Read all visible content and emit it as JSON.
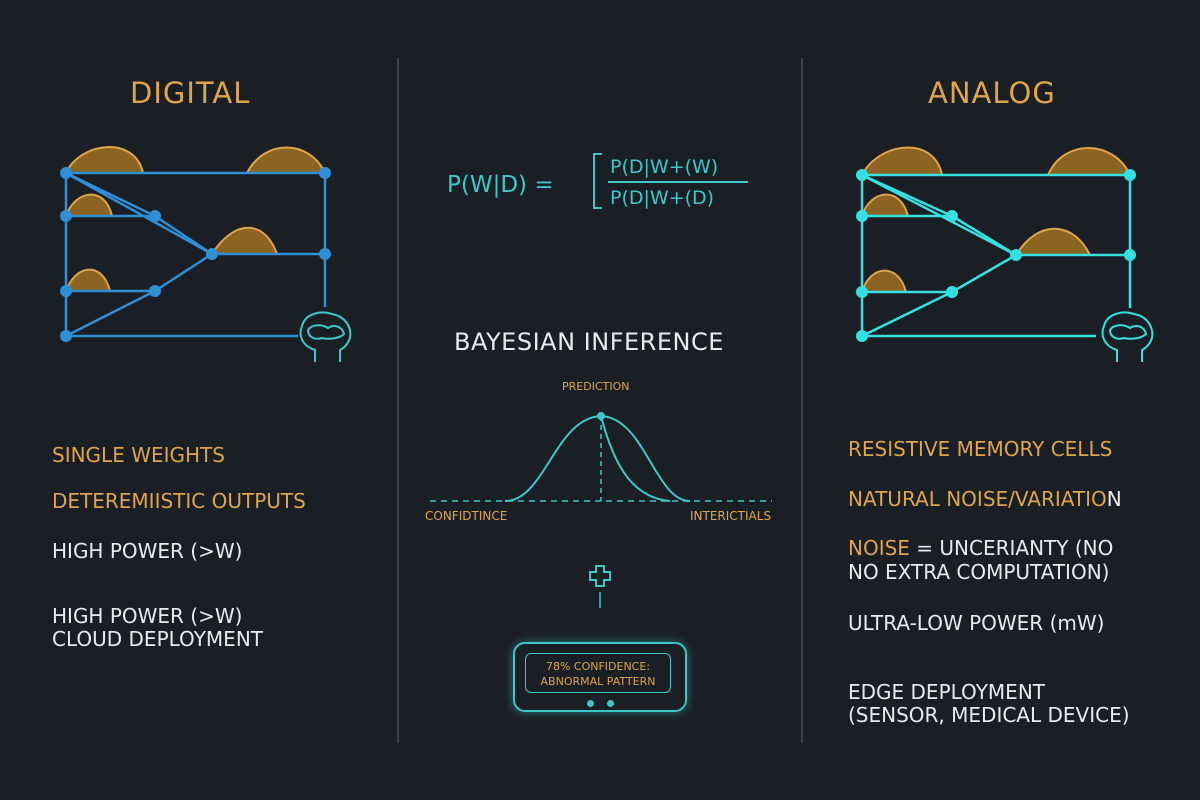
{
  "colors": {
    "background": "#1a1e25",
    "accent_gold": "#e0a44a",
    "digital_blue": "#2f8fd6",
    "analog_cyan": "#35e0e0",
    "text_white": "#e8eaee"
  },
  "digital": {
    "title": "DIGITAL",
    "features": [
      "SINGLE WEIGHTS",
      "DETEREMIISTIC OUTPUTS",
      "HIGH POWER (>W)",
      "HIGH POWER (>W)",
      "CLOUD DEPLOYMENT"
    ],
    "brain_icon": "brain-head-icon"
  },
  "center": {
    "formula_lhs": "P(W|D) =",
    "formula_num": "P(D|W+(W)",
    "formula_den": "P(D|W+(D)",
    "title": "BAYESIAN INFERENCE",
    "prediction_label": "PREDICTION",
    "left_label": "CONFIDTINCE",
    "right_label": "INTERICTIALS",
    "cross_icon": "medical-cross-icon",
    "device_line1": "78% CONFIDENCE:",
    "device_line2": "ABNORMAL PATTERN"
  },
  "analog": {
    "title": "ANALOG",
    "features": [
      "RESISTIVE MEMORY CELLS",
      "NATURAL NOISE/VARIATIO",
      "N",
      "NOISE",
      " = UNCERIANTY (NO",
      "NO EXTRA COMPUTATION)",
      "ULTRA-LOW POWER (mW)",
      "EDGE DEPLOYMENT",
      "(SENSOR, MEDICAL DEVICE)"
    ],
    "brain_icon": "brain-head-icon"
  }
}
